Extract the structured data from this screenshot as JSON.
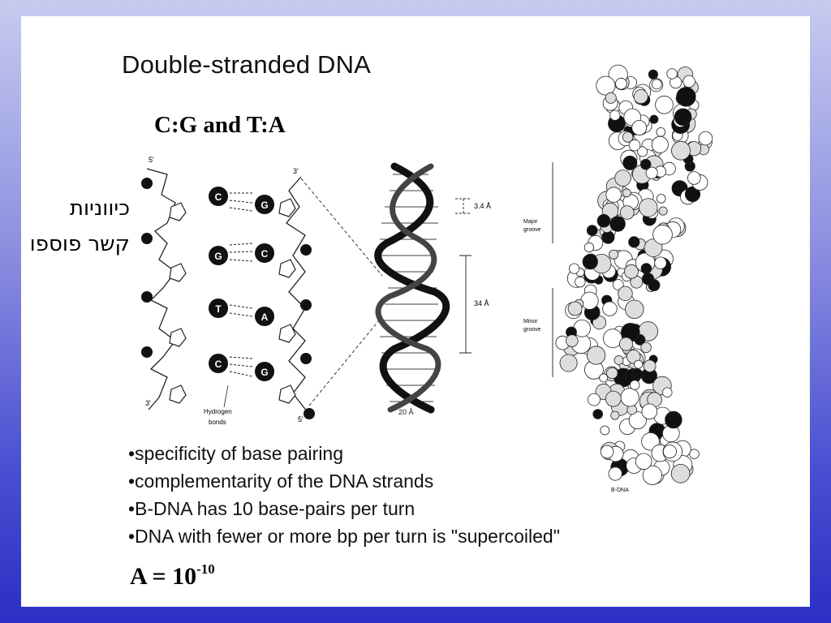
{
  "slide": {
    "heading": "Double-stranded DNA",
    "pair_text": "C:G and T:A",
    "hebrew_labels": [
      "כיווניות",
      "קשר פוספו"
    ],
    "bullets": [
      "•specificity of base pairing",
      "•complementarity of the DNA strands",
      "•B-DNA has 10 base-pairs per turn",
      "•DNA with fewer or more bp per turn is \"supercoiled\""
    ],
    "formula": {
      "base": "A = 10",
      "exponent": "-10"
    }
  },
  "ladder": {
    "end_labels": {
      "top_left": "5'",
      "top_right": "3'",
      "bottom_left": "3'",
      "bottom_right": "5'"
    },
    "base_pairs": [
      {
        "left": "C",
        "right": "G"
      },
      {
        "left": "G",
        "right": "C"
      },
      {
        "left": "T",
        "right": "A"
      },
      {
        "left": "C",
        "right": "G"
      }
    ],
    "hydrogen_bonds_label": [
      "Hydrogen",
      "bonds"
    ]
  },
  "helix": {
    "rise_label": "3.4 Å",
    "pitch_label": "34 Å",
    "width_label": "20 Å"
  },
  "space_fill": {
    "major_groove_label": [
      "Major",
      "groove"
    ],
    "minor_groove_label": [
      "Minor",
      "groove"
    ],
    "model_label": "B-DNA"
  },
  "colors": {
    "background_top": "#c8cbef",
    "background_bottom": "#2b2fc4",
    "slide": "#ffffff",
    "ink": "#111111"
  }
}
